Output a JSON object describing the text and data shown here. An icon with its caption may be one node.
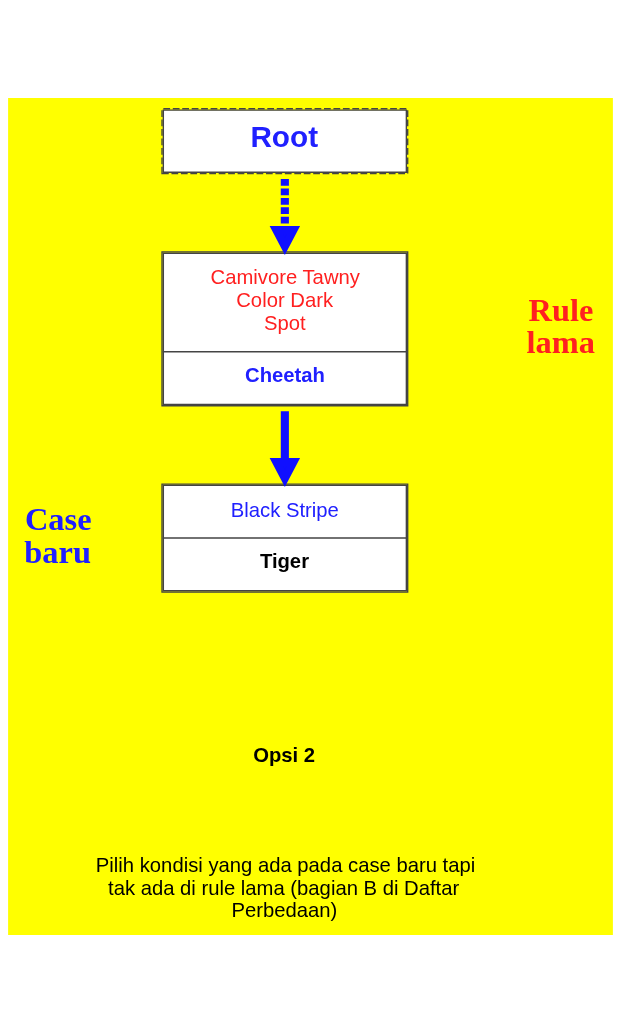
{
  "diagram": {
    "nodes": [
      {
        "text": [
          "Root"
        ]
      },
      {
        "text": [
          "Camivore Tawny Color Dark Spot",
          "Cheetah"
        ],
        "beside": [
          "Rule lama"
        ]
      },
      {
        "text": [
          "Black Stripe",
          "Tiger"
        ],
        "beside": [
          "Case baru"
        ]
      }
    ],
    "edges": [
      {
        "from": 0,
        "to": 1,
        "arrow": "to",
        "style": "dashed"
      },
      {
        "from": 1,
        "to": 2,
        "arrow": "to"
      }
    ],
    "labels": [
      "Opsi 2",
      "Pilih kondisi yang ada pada case baru tapi tak ada di rule lama (bagian B di Daftar Perbedaan)"
    ]
  }
}
